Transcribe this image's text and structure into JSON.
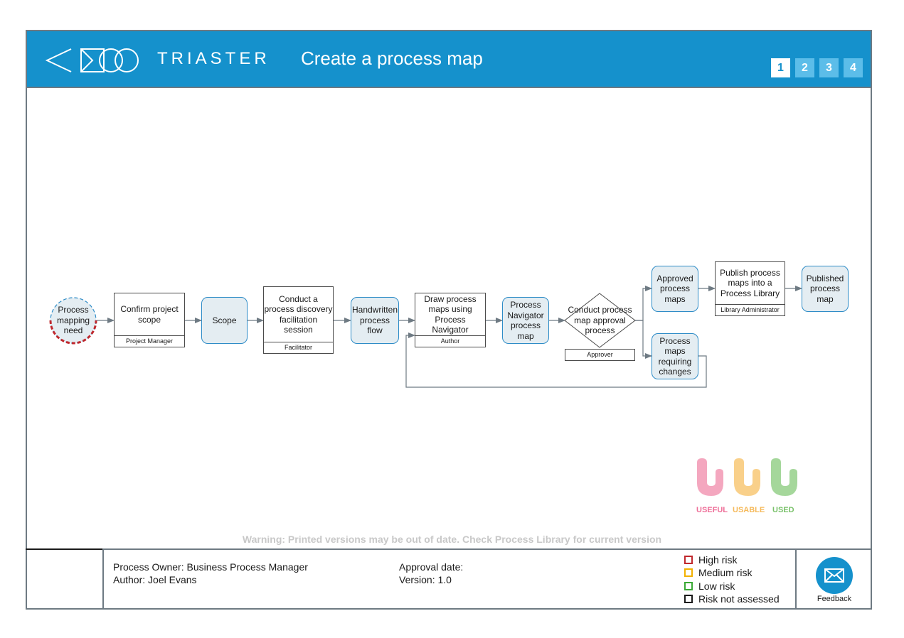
{
  "header": {
    "brand": "TRIASTER",
    "title": "Create a process map",
    "pages": [
      "1",
      "2",
      "3",
      "4"
    ],
    "active_page": "1"
  },
  "nodes": {
    "start": "Process mapping need",
    "confirm_scope": "Confirm project scope",
    "confirm_scope_role": "Project Manager",
    "scope": "Scope",
    "discovery": "Conduct a process discovery facilitation session",
    "discovery_role": "Facilitator",
    "handwritten": "Handwritten process flow",
    "draw_maps": "Draw process maps using Process Navigator",
    "draw_maps_role": "Author",
    "navigator_map": "Process Navigator process map",
    "approval": "Conduct process map approval process",
    "approval_role": "Approver",
    "approved": "Approved process maps",
    "requiring_changes": "Process maps requiring changes",
    "publish": "Publish process maps into a Process Library",
    "publish_role": "Library Administrator",
    "published": "Published process map"
  },
  "badges": {
    "useful": "USEFUL",
    "usable": "USABLE",
    "used": "USED"
  },
  "warning": "Warning: Printed versions may be out of date. Check Process Library for current version",
  "footer": {
    "process_owner": "Process Owner: Business Process Manager",
    "author": "Author: Joel Evans",
    "approval_date": "Approval date:",
    "version": "Version: 1.0",
    "legend": [
      {
        "label": "High risk",
        "color": "#c0282d"
      },
      {
        "label": "Medium risk",
        "color": "#f2b100"
      },
      {
        "label": "Low risk",
        "color": "#3aa935"
      },
      {
        "label": "Risk not assessed",
        "color": "#1a1a1a"
      }
    ],
    "feedback": "Feedback"
  },
  "colors": {
    "brand_blue": "#1591cc",
    "node_fill": "#e4edf2",
    "node_border": "#2e8cc7",
    "connector": "#6e7a83",
    "start_risk": "#c0282d"
  }
}
